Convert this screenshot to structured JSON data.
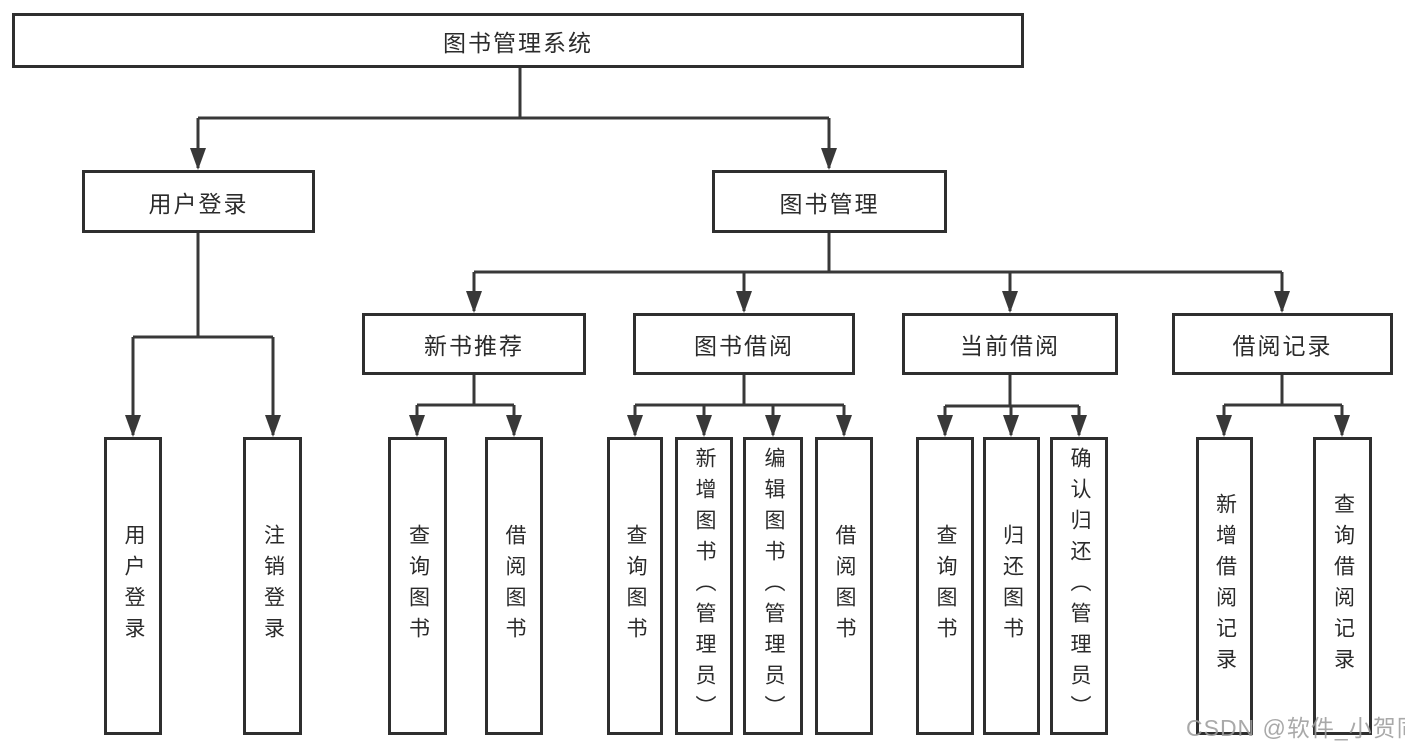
{
  "watermark": {
    "text": "CSDN @软件_小贺同学"
  },
  "colors": {
    "line": "#383838",
    "box_border": "#2f2f2f",
    "text": "#2b2b2b",
    "watermark": "#9e9e9e",
    "background": "#ffffff"
  },
  "tree": {
    "root": {
      "label": "图书管理系统",
      "children": [
        {
          "label": "用户登录",
          "children": [
            {
              "label": "用户登录"
            },
            {
              "label": "注销登录"
            }
          ]
        },
        {
          "label": "图书管理",
          "children": [
            {
              "label": "新书推荐",
              "children": [
                {
                  "label": "查询图书"
                },
                {
                  "label": "借阅图书"
                }
              ]
            },
            {
              "label": "图书借阅",
              "children": [
                {
                  "label": "查询图书"
                },
                {
                  "label": "新增图书（管理员）"
                },
                {
                  "label": "编辑图书（管理员）"
                },
                {
                  "label": "借阅图书"
                }
              ]
            },
            {
              "label": "当前借阅",
              "children": [
                {
                  "label": "查询图书"
                },
                {
                  "label": "归还图书"
                },
                {
                  "label": "确认归还（管理员）"
                }
              ]
            },
            {
              "label": "借阅记录",
              "children": [
                {
                  "label": "新增借阅记录"
                },
                {
                  "label": "查询借阅记录"
                }
              ]
            }
          ]
        }
      ]
    }
  }
}
